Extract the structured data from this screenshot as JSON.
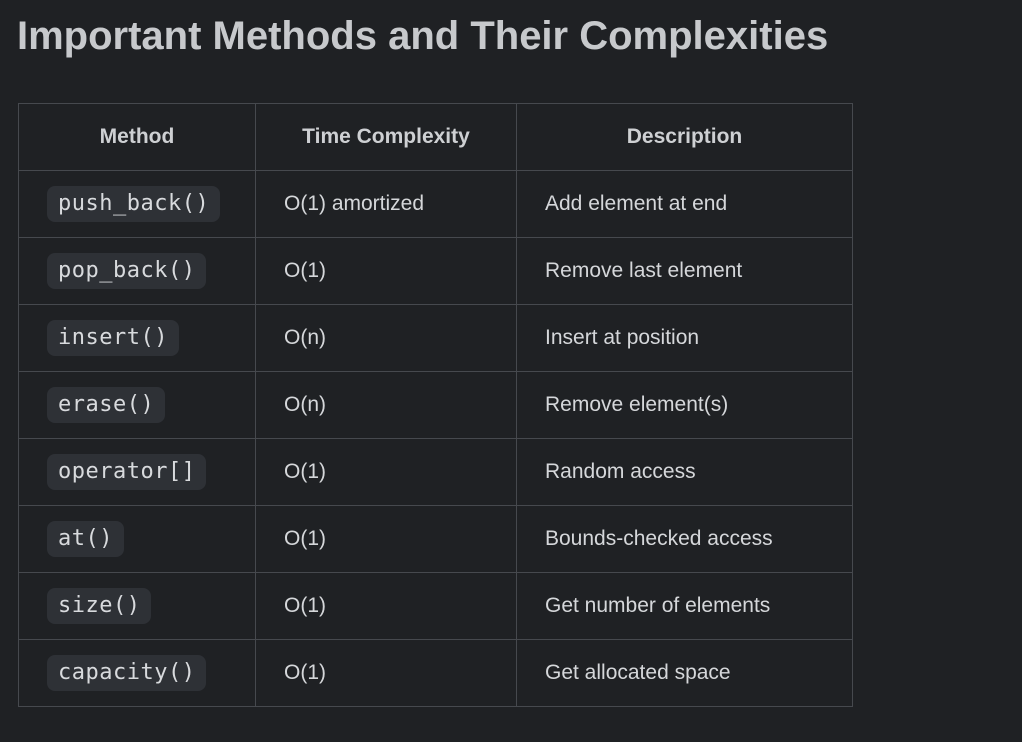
{
  "page": {
    "title": "Important Methods and Their Complexities"
  },
  "table": {
    "headers": [
      "Method",
      "Time Complexity",
      "Description"
    ],
    "rows": [
      {
        "method": "push_back()",
        "complexity": "O(1) amortized",
        "description": "Add element at end"
      },
      {
        "method": "pop_back()",
        "complexity": "O(1)",
        "description": "Remove last element"
      },
      {
        "method": "insert()",
        "complexity": "O(n)",
        "description": "Insert at position"
      },
      {
        "method": "erase()",
        "complexity": "O(n)",
        "description": "Remove element(s)"
      },
      {
        "method": "operator[]",
        "complexity": "O(1)",
        "description": "Random access"
      },
      {
        "method": "at()",
        "complexity": "O(1)",
        "description": "Bounds-checked access"
      },
      {
        "method": "size()",
        "complexity": "O(1)",
        "description": "Get number of elements"
      },
      {
        "method": "capacity()",
        "complexity": "O(1)",
        "description": "Get allocated space"
      }
    ]
  },
  "colors": {
    "background": "#1f2124",
    "border": "#46494e",
    "title_text": "#c7c9cc",
    "header_text": "#ced0d3",
    "body_text": "#d5d7da",
    "code_background": "#2e3136",
    "code_text": "#d8dadd"
  }
}
